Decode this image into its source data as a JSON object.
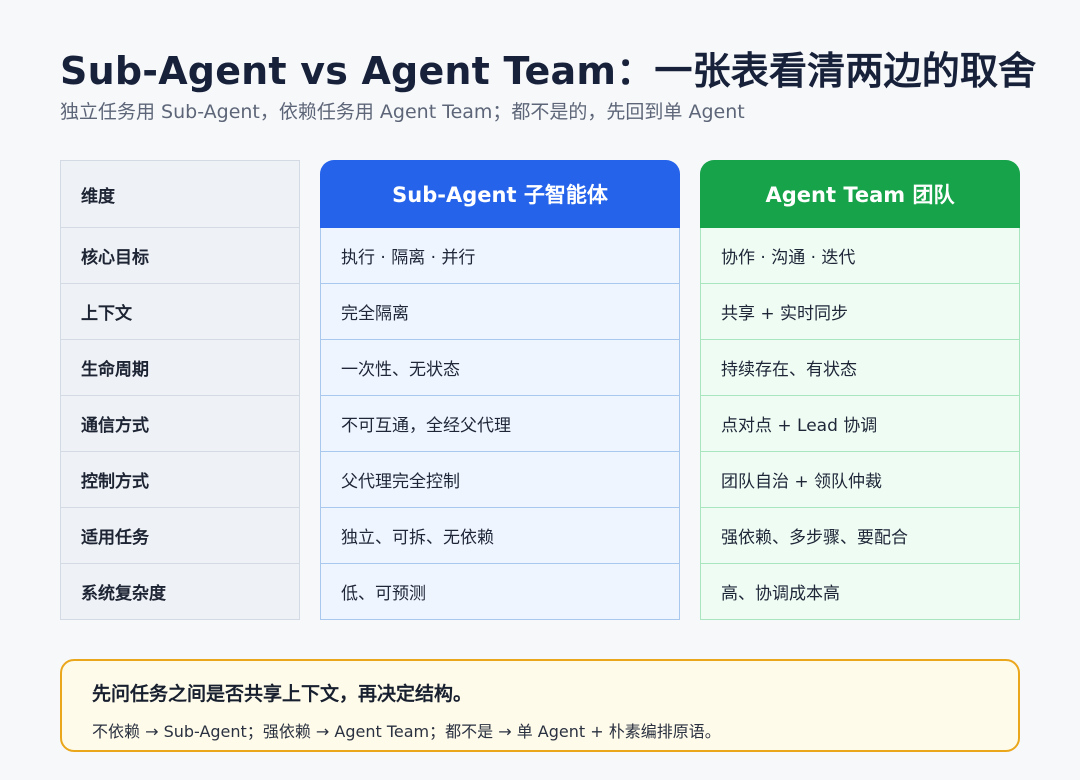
{
  "header": {
    "title": "Sub-Agent vs Agent Team：一张表看清两边的取舍",
    "subtitle": "独立任务用 Sub-Agent，依赖任务用 Agent Team；都不是的，先回到单 Agent"
  },
  "table": {
    "dimension_header": "维度",
    "sub_header": "Sub-Agent 子智能体",
    "team_header": "Agent Team 团队",
    "rows": [
      {
        "dimension": "核心目标",
        "sub": "执行 · 隔离 · 并行",
        "team": "协作 · 沟通 · 迭代"
      },
      {
        "dimension": "上下文",
        "sub": "完全隔离",
        "team": "共享 + 实时同步"
      },
      {
        "dimension": "生命周期",
        "sub": "一次性、无状态",
        "team": "持续存在、有状态"
      },
      {
        "dimension": "通信方式",
        "sub": "不可互通，全经父代理",
        "team": "点对点 + Lead 协调"
      },
      {
        "dimension": "控制方式",
        "sub": "父代理完全控制",
        "team": "团队自治 + 领队仲裁"
      },
      {
        "dimension": "适用任务",
        "sub": "独立、可拆、无依赖",
        "team": "强依赖、多步骤、要配合"
      },
      {
        "dimension": "系统复杂度",
        "sub": "低、可预测",
        "team": "高、协调成本高"
      }
    ]
  },
  "callout": {
    "title": "先问任务之间是否共享上下文，再决定结构。",
    "text": "不依赖 → Sub-Agent；强依赖 → Agent Team；都不是 → 单 Agent + 朴素编排原语。"
  },
  "colors": {
    "sub_accent": "#2563eb",
    "team_accent": "#16a34a",
    "callout_border": "#eaa71c"
  }
}
